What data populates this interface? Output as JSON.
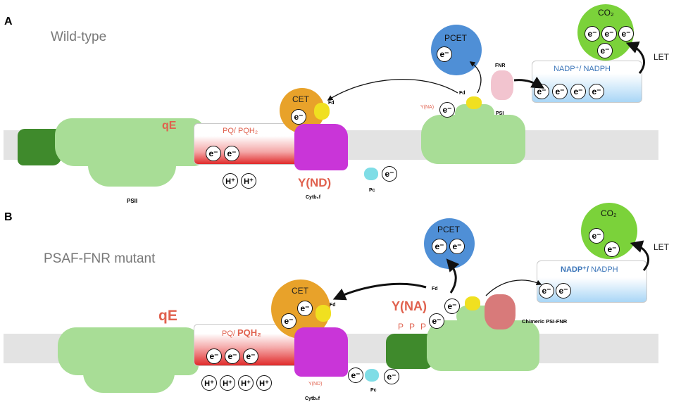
{
  "panels": {
    "a": {
      "letter": "A",
      "title": "Wild-type",
      "labels": {
        "qe": "qE",
        "pq": "PQ/ PQH₂",
        "cet": "CET",
        "fd_cyt": "Fd",
        "ynd": "Y(ND)",
        "psii": "PSII",
        "cytb6f": "Cytb₆f",
        "pc": "Pc",
        "yna": "Y(NA)",
        "fd_psi": "Fd",
        "fnr": "FNR",
        "psi": "PSI",
        "pcet": "PCET",
        "nadp": "NADP⁺/ NADPH",
        "co2": "CO₂",
        "let": "LET",
        "e": "e⁻",
        "h": "H⁺"
      }
    },
    "b": {
      "letter": "B",
      "title": "PSAF-FNR mutant",
      "labels": {
        "qe": "qE",
        "pq_part1": "PQ/ ",
        "pq_part2": "PQH₂",
        "cet": "CET",
        "fd_cyt": "Fd",
        "ynd": "Y(ND)",
        "cytb6f": "Cytb₆f",
        "pc": "Pc",
        "yna": "Y(NA)",
        "p": "P",
        "fd_psi": "Fd",
        "chimeric": "Chimeric PSI-FNR",
        "pcet": "PCET",
        "nadp_part1": "NADP⁺/ ",
        "nadp_part2": "NADPH",
        "co2": "CO₂",
        "let": "LET",
        "e": "e⁻",
        "h": "H⁺"
      }
    }
  },
  "colors": {
    "membrane": "#e3e3e3",
    "cet": "#e8a22a",
    "pcet": "#4f8fd6",
    "co2": "#7bd23a",
    "psii": "#a8dd96",
    "lhc": "#3f8a2c",
    "cytb6f": "#c935d8",
    "fd": "#f0e020",
    "pc": "#7fdde6",
    "fnr": "#f2c4cf",
    "chimeric_fnr": "#d87a7a",
    "pq_gradient": "#e02a2a",
    "nadp_gradient": "#a9d6f6",
    "label_red": "#e0614e"
  }
}
